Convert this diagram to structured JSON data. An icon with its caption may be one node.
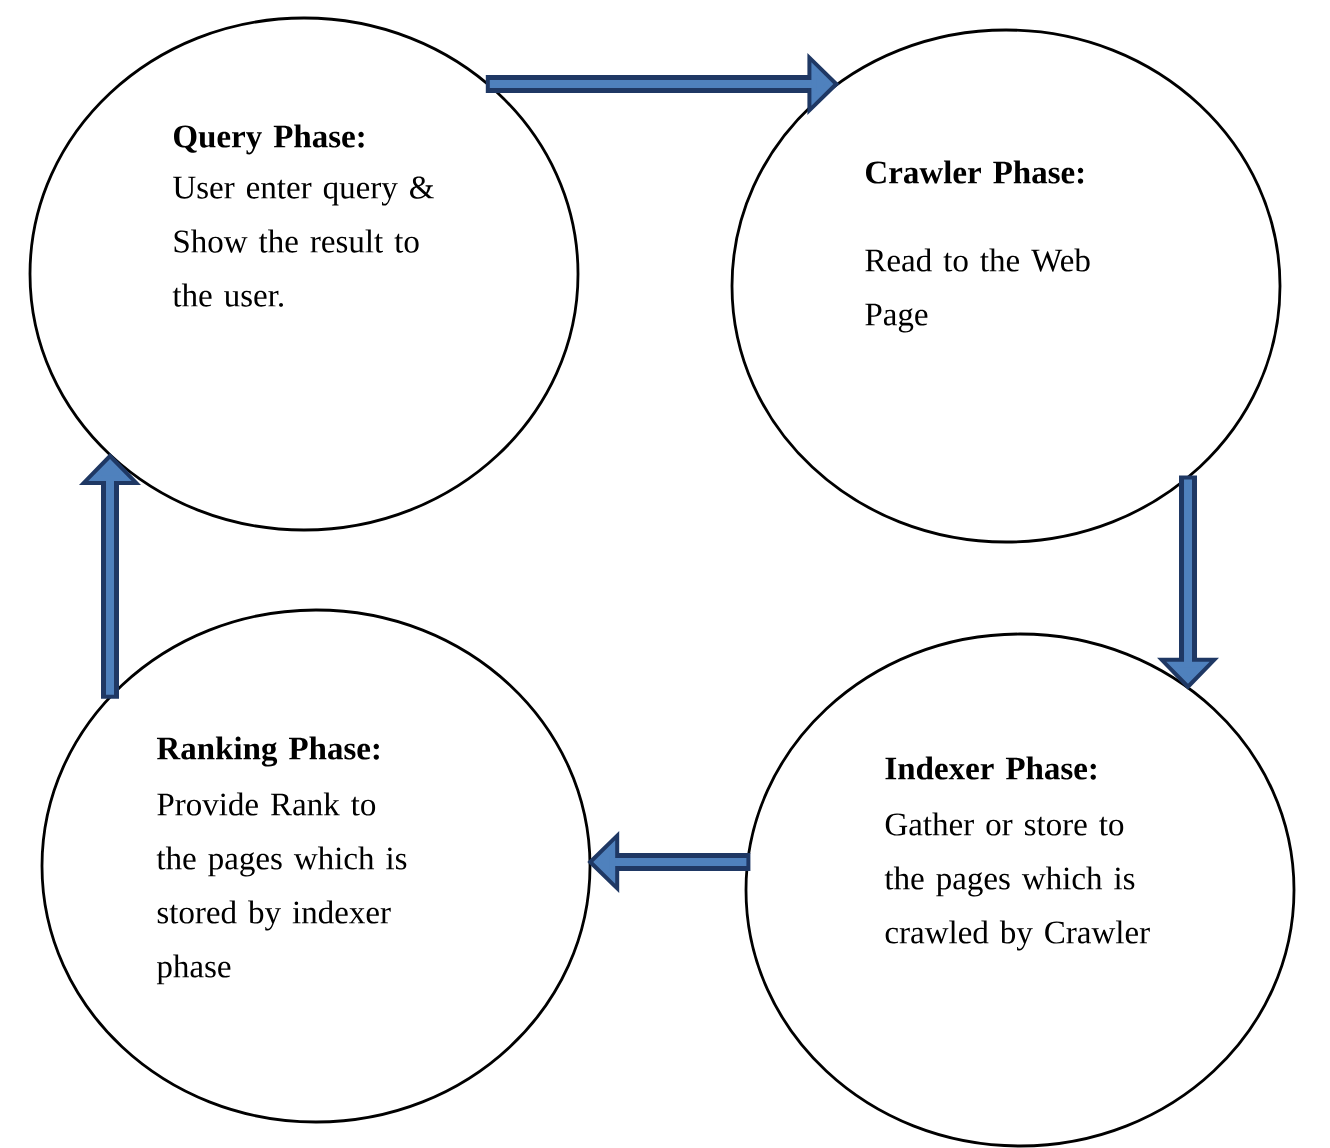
{
  "diagram": {
    "nodes": [
      {
        "text": [
          "Query Phase:",
          "User enter query & Show the result to the user."
        ]
      },
      {
        "text": [
          "Crawler Phase:",
          "Read to the Web Page"
        ]
      },
      {
        "text": [
          "Ranking Phase:",
          "Provide Rank to the pages which is stored by indexer phase"
        ]
      },
      {
        "text": [
          "Indexer Phase:",
          "Gather or store to the pages which is crawled by Crawler"
        ]
      }
    ],
    "edges": [
      {
        "from": 0,
        "to": 1,
        "arrow": "to"
      },
      {
        "from": 1,
        "to": 3,
        "arrow": "to"
      },
      {
        "from": 3,
        "to": 2,
        "arrow": "to"
      },
      {
        "from": 2,
        "to": 0,
        "arrow": "to"
      }
    ]
  }
}
